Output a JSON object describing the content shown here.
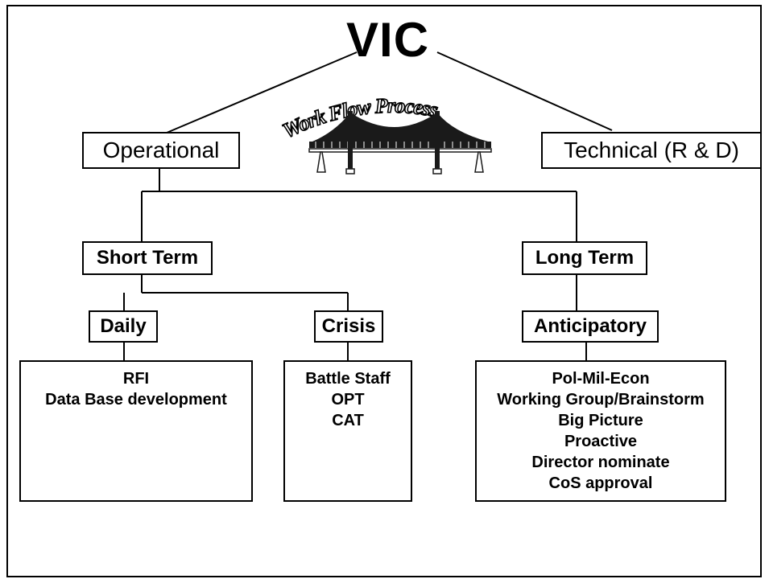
{
  "title": "VIC",
  "bridge_caption": "Work Flow Process",
  "branches": {
    "operational": "Operational",
    "technical": "Technical (R & D)"
  },
  "terms": {
    "short": "Short Term",
    "long": "Long Term"
  },
  "categories": {
    "daily": "Daily",
    "crisis": "Crisis",
    "anticipatory": "Anticipatory"
  },
  "details": {
    "daily": [
      "RFI",
      "Data Base development"
    ],
    "crisis": [
      "Battle Staff",
      "OPT",
      "CAT"
    ],
    "anticipatory": [
      "Pol-Mil-Econ",
      "Working Group/Brainstorm",
      "Big Picture",
      "Proactive",
      "Director nominate",
      "CoS approval"
    ]
  },
  "colors": {
    "line": "#000000",
    "bridge": "#1a1a1a"
  }
}
